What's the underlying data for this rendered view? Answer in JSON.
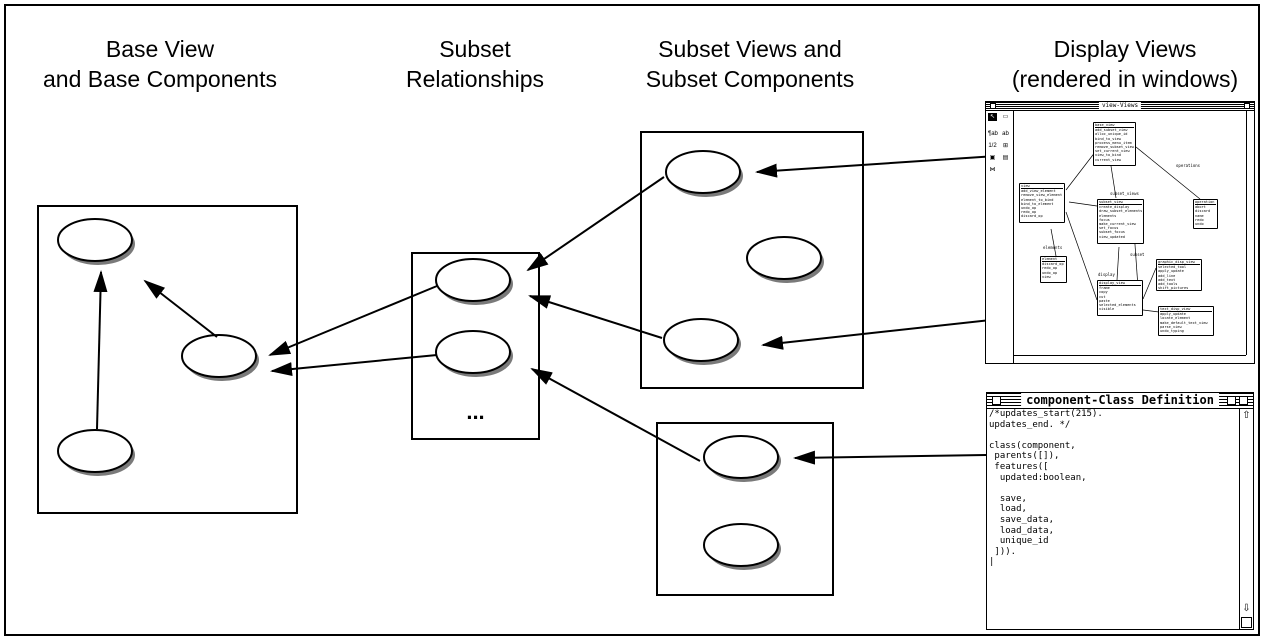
{
  "headings": {
    "base": [
      "Base View",
      "and Base Components"
    ],
    "relationships": [
      "Subset",
      "Relationships"
    ],
    "subset": [
      "Subset Views and",
      "Subset Components"
    ],
    "display": [
      "Display Views",
      "(rendered in windows)"
    ]
  },
  "relationships_ellipsis": "...",
  "display_window": {
    "title": "view-Views",
    "tools": [
      "↖",
      "▭",
      "¶ab",
      "ab",
      "1/2",
      "⊞",
      "▣",
      "▤",
      "⋈"
    ],
    "classes": [
      {
        "title": "base_view",
        "items": [
          "add_subset_view",
          "alloc_unique_id",
          "bind_to_view",
          "process_menu_item",
          "remove_subset_view",
          "set_current_view",
          "view_to_bind",
          "current_view"
        ]
      },
      {
        "title": "view",
        "items": [
          "add_view_element",
          "remove_view_element",
          "element_to_bind",
          "bind_to_element",
          "undo_op",
          "redo_op",
          "discard_op"
        ]
      },
      {
        "title": "subset_view",
        "items": [
          "create_display",
          "draw_subset_elements",
          "elements",
          "focus",
          "make_current_view",
          "set_focus",
          "subset_focus",
          "view_updated"
        ]
      },
      {
        "title": "operation",
        "items": [
          "abort",
          "discard",
          "name",
          "redo",
          "undo"
        ]
      },
      {
        "title": "element",
        "items": [
          "discard_op",
          "redo_op",
          "undo_op",
          "view"
        ]
      },
      {
        "title": "display_view",
        "items": [
          "frame",
          "copy",
          "cut",
          "paste",
          "selected_elements",
          "visible"
        ]
      },
      {
        "title": "graphic_disp_view",
        "items": [
          "selected_tool",
          "apply_update",
          "add_line",
          "add_text",
          "add_tools",
          "shift_pictures"
        ]
      },
      {
        "title": "text_disp_view",
        "items": [
          "apply_update",
          "locate_element",
          "make_default_text_view",
          "parse_view",
          "undo_typing"
        ]
      }
    ],
    "labels": [
      "subset_views",
      "operations",
      "elements",
      "display",
      "subset"
    ]
  },
  "def_window": {
    "title": "component-Class Definition",
    "code": "/*updates_start(215).\nupdates_end. */\n\nclass(component,\n parents([]),\n features([\n  updated:boolean,\n\n  save,\n  load,\n  save_data,\n  load_data,\n  unique_id\n ])).\n|",
    "scroll_up": "⇧",
    "scroll_down": "⇩"
  }
}
